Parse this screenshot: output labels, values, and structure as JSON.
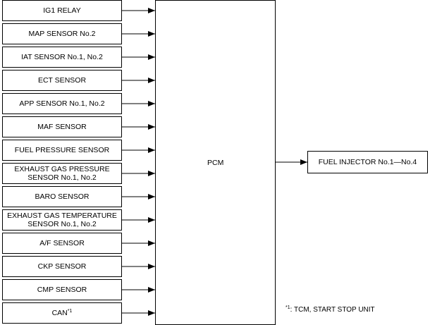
{
  "inputs": [
    {
      "lines": [
        "IG1 RELAY"
      ]
    },
    {
      "lines": [
        "MAP SENSOR No.2"
      ]
    },
    {
      "lines": [
        "IAT SENSOR No.1, No.2"
      ]
    },
    {
      "lines": [
        "ECT SENSOR"
      ]
    },
    {
      "lines": [
        "APP SENSOR No.1, No.2"
      ]
    },
    {
      "lines": [
        "MAF SENSOR"
      ]
    },
    {
      "lines": [
        "FUEL PRESSURE SENSOR"
      ]
    },
    {
      "lines": [
        "EXHAUST GAS PRESSURE",
        "SENSOR No.1, No.2"
      ]
    },
    {
      "lines": [
        "BARO SENSOR"
      ]
    },
    {
      "lines": [
        "EXHAUST GAS TEMPERATURE",
        "SENSOR No.1, No.2"
      ]
    },
    {
      "lines": [
        "A/F SENSOR"
      ]
    },
    {
      "lines": [
        "CKP SENSOR"
      ]
    },
    {
      "lines": [
        "CMP SENSOR"
      ]
    },
    {
      "lines": [
        "CAN"
      ],
      "sup": "*1"
    }
  ],
  "center": {
    "label": "PCM"
  },
  "output": {
    "label": "FUEL INJECTOR No.1—No.4"
  },
  "footnote": {
    "mark": "*1",
    "text": ": TCM, START STOP UNIT"
  }
}
